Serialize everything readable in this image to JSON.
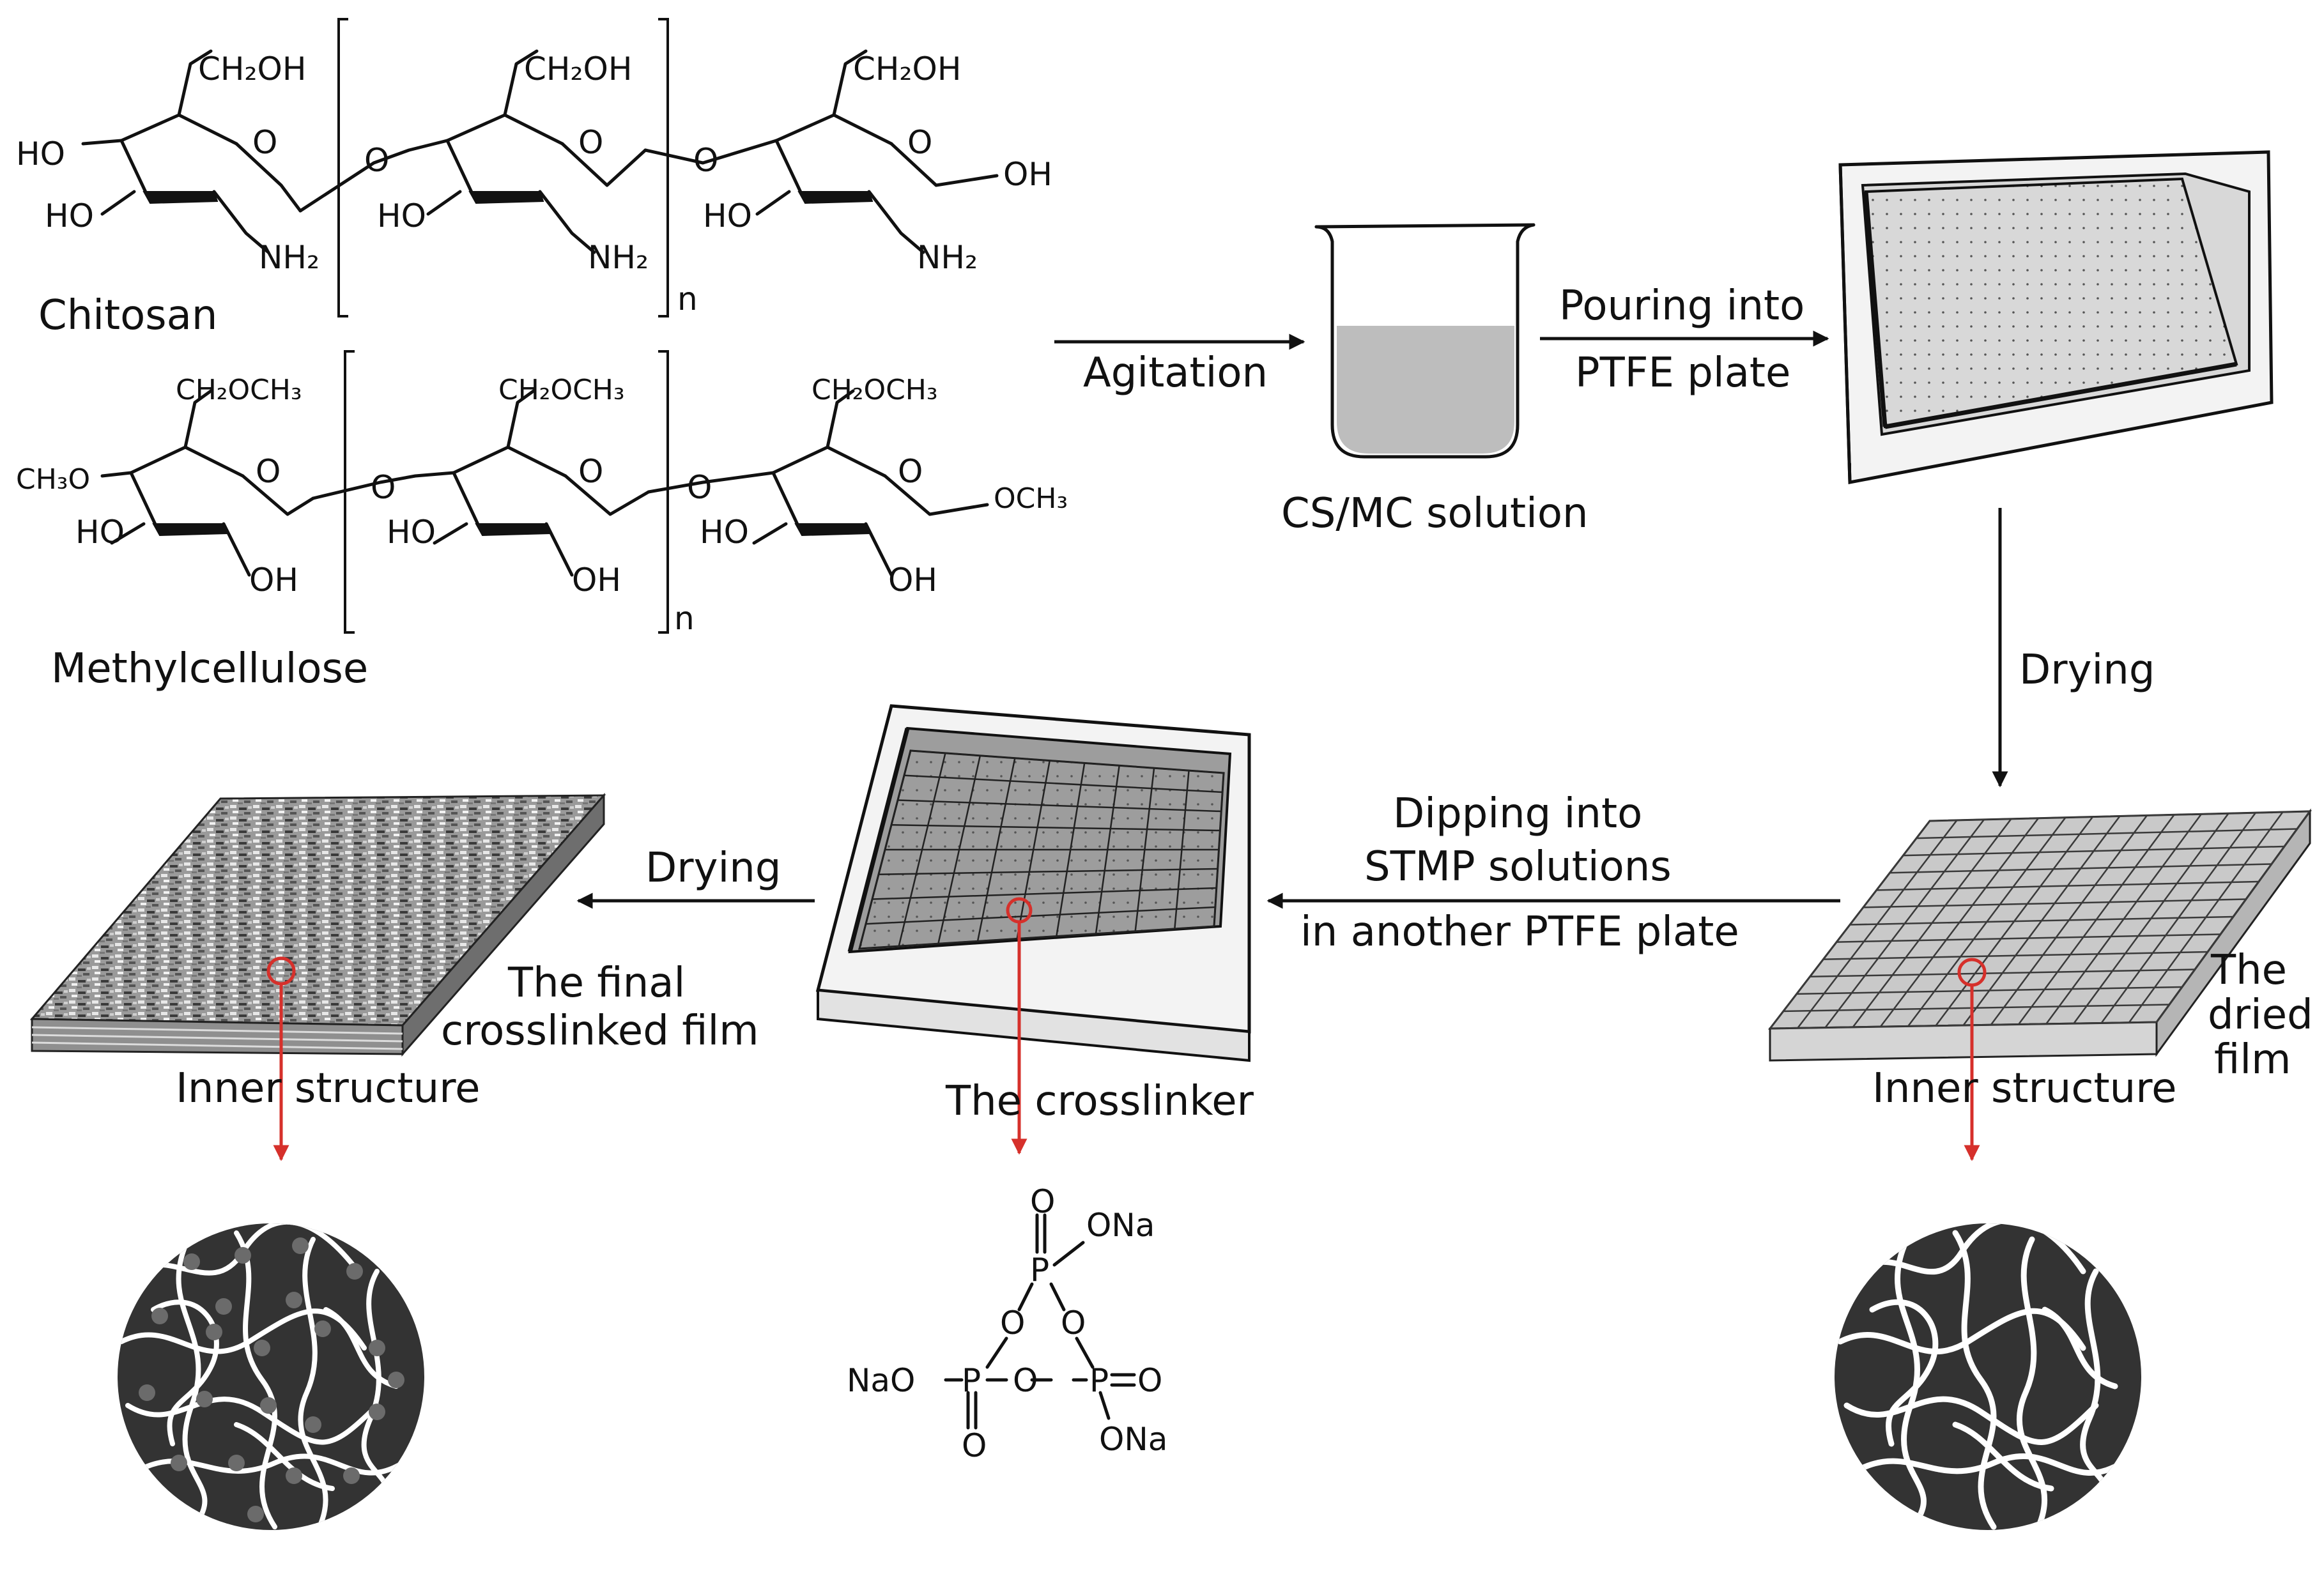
{
  "chitosan": {
    "name": "Chitosan",
    "ch2oh": "CH₂OH",
    "ho": "HO",
    "o": "O",
    "nh2": "NH₂",
    "oh": "OH",
    "n": "n"
  },
  "methylcellulose": {
    "name": "Methylcellulose",
    "ch2och3": "CH₂OCH₃",
    "ch3o": "CH₃O",
    "och3": "OCH₃",
    "ho": "HO",
    "oh": "OH",
    "o": "O",
    "n": "n"
  },
  "steps": {
    "agitation": "Agitation",
    "solution_label": "CS/MC solution",
    "pouring_line1": "Pouring into",
    "pouring_line2": "PTFE plate",
    "drying_vertical": "Drying",
    "dried_film_line1": "The",
    "dried_film_line2": "dried",
    "dried_film_line3": "film",
    "inner_structure_right": "Inner structure",
    "dipping_line1": "Dipping into",
    "dipping_line2": "STMP solutions",
    "dipping_line3": "in another PTFE plate",
    "crosslinker_label": "The crosslinker",
    "drying_left": "Drying",
    "final_film_line1": "The final",
    "final_film_line2": "crosslinked film",
    "inner_structure_left": "Inner structure"
  },
  "stmp": {
    "o": "O",
    "p": "P",
    "ona": "ONa",
    "nao": "NaO"
  },
  "colors": {
    "red_arrow": "#d6302b",
    "circle_fill": "#333333",
    "solution_fill": "#bdbdbd",
    "plate_face": "#efefef"
  }
}
